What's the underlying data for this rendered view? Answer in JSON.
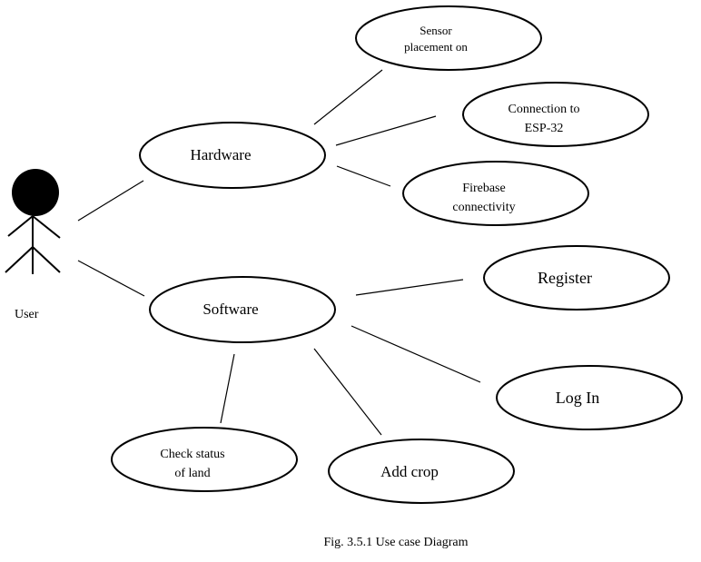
{
  "actor": {
    "label": "User"
  },
  "use_cases": {
    "hardware": "Hardware",
    "software": "Software",
    "sensor_line1": "Sensor",
    "sensor_line2": "placement on",
    "esp_line1": "Connection to",
    "esp_line2": "ESP-32",
    "firebase_line1": "Firebase",
    "firebase_line2": "connectivity",
    "register": "Register",
    "login": "Log In",
    "check_line1": "Check status",
    "check_line2": "of land",
    "add_crop": "Add crop"
  },
  "caption": "Fig. 3.5.1 Use case Diagram"
}
